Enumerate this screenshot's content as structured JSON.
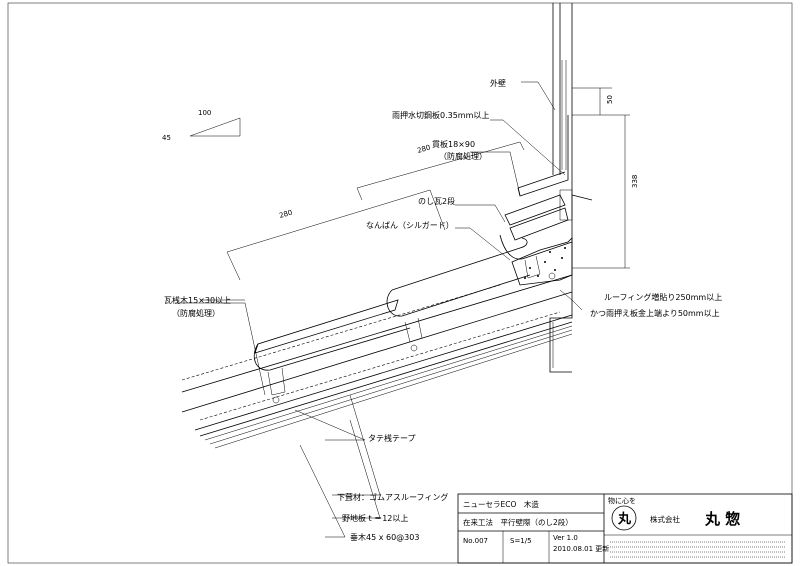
{
  "labels": {
    "outer_wall": "外壁",
    "flashing": "雨押水切鋼板0.35mm以上",
    "board": "貫板18×90",
    "board_note": "（防腐処理）",
    "noshi": "のし瓦2段",
    "nanban": "なんばん（シルガード）",
    "batten": "瓦桟木15×30以上",
    "batten_note": "（防腐処理）",
    "roofing_1": "ルーフィング増貼り250mm以上",
    "roofing_2": "かつ雨押え板金上端より50mm以上",
    "tape": "タテ桟テープ",
    "underlay": "下葺材：ゴムアスルーフィング",
    "sheathing": "野地板 t ＝12以上",
    "rafter": "垂木45 x 60@303"
  },
  "dims": {
    "pitch_run": "100",
    "pitch_rise": "45",
    "len_a": "280",
    "len_b": "280",
    "d50": "50",
    "d338": "338"
  },
  "title_block": {
    "project": "ニューセラECO　木造",
    "title": "在来工法　平行壁際（のし2段）",
    "number": "No.007",
    "scale": "S=1/5",
    "version": "Ver 1.0",
    "date": "2010.08.01 更新",
    "motto": "物に心を",
    "logo_char": "丸",
    "company": "株式会社",
    "company_name": "丸 惣"
  }
}
